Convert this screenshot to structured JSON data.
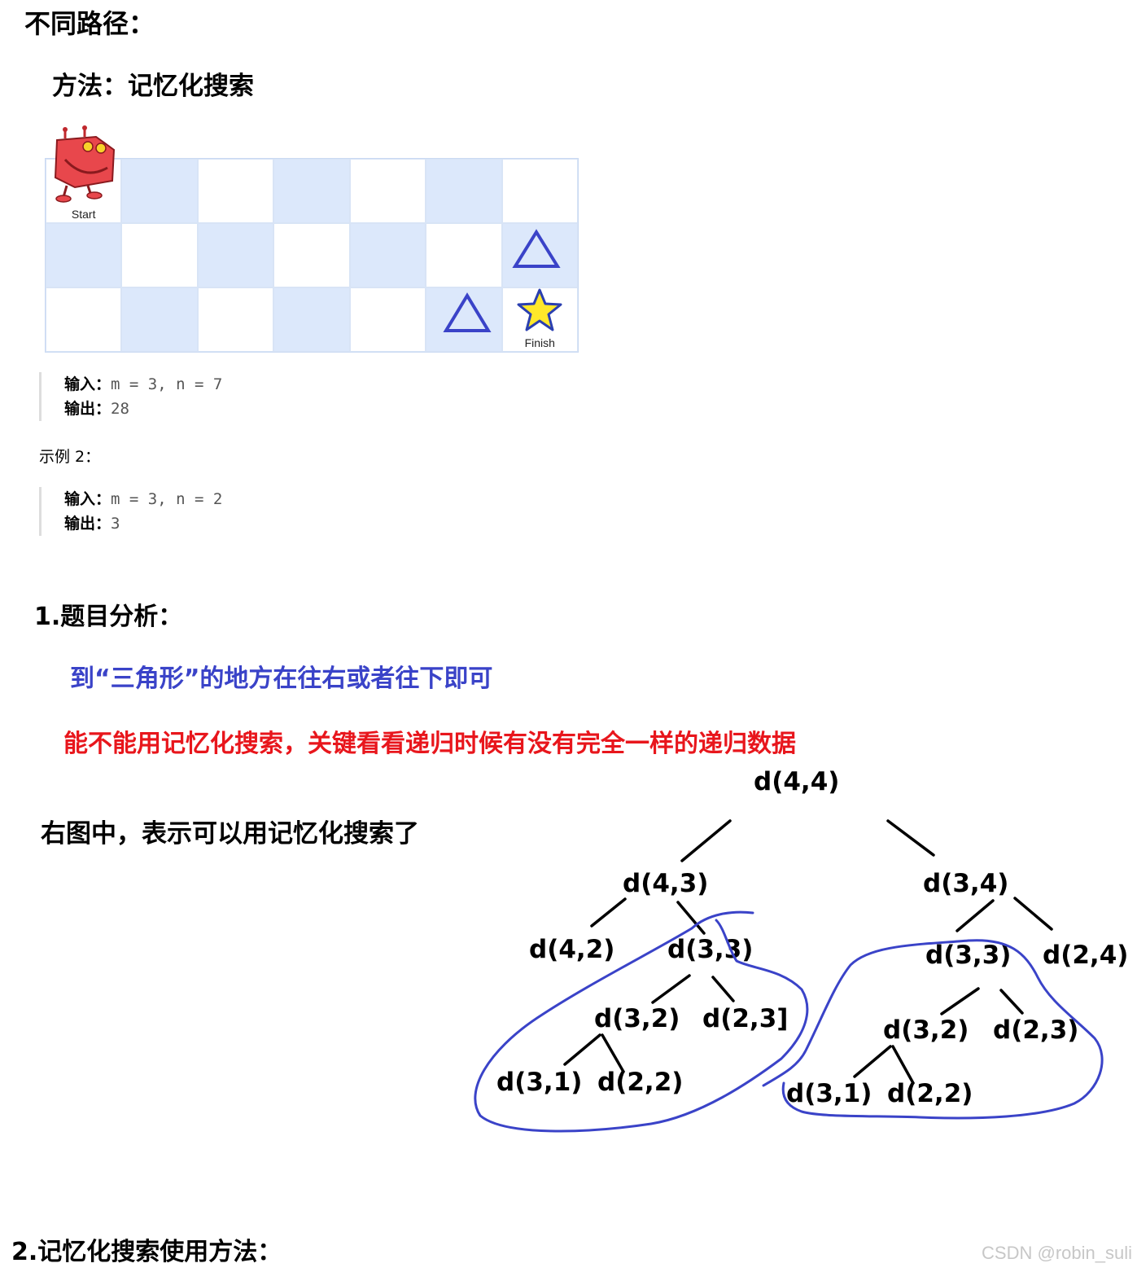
{
  "title": "不同路径：",
  "method": "方法：记忆化搜索",
  "grid": {
    "rows": 3,
    "cols": 7,
    "start_label": "Start",
    "finish_label": "Finish",
    "shade_color": "#dce8fb",
    "marker_color": "#3a43c8",
    "star_color": "#ffe82a"
  },
  "example1": {
    "input_key": "输入：",
    "input_value": "m = 3, n = 7",
    "output_key": "输出：",
    "output_value": "28"
  },
  "example2": {
    "title": "示例 2：",
    "input_key": "输入：",
    "input_value": "m = 3, n = 2",
    "output_key": "输出：",
    "output_value": "3"
  },
  "section1": {
    "heading": "1.题目分析：",
    "blue_note": "到“三角形”的地方在往右或者往下即可",
    "red_note": "能不能用记忆化搜索，关键看看递归时候有没有完全一样的递归数据",
    "right_note": "右图中，表示可以用记忆化搜索了"
  },
  "tree": {
    "root": "d(4,4)",
    "left": "d(4,3)",
    "right": "d(3,4)",
    "left_left": "d(4,2)",
    "left_right": "d(3,3)",
    "left_right_left": "d(3,2)",
    "left_right_right": "d(2,3]",
    "left_right_left_left": "d(3,1)",
    "left_right_left_right": "d(2,2)",
    "right_left": "d(3,3)",
    "right_right": "d(2,4)",
    "right_left_left": "d(3,2)",
    "right_left_right": "d(2,3)",
    "right_left_left_left": "d(3,1)",
    "right_left_left_right": "d(2,2)",
    "circle_color": "#3a43c8"
  },
  "section2": {
    "heading": "2.记忆化搜索使用方法："
  },
  "watermark": "CSDN @robin_suli"
}
